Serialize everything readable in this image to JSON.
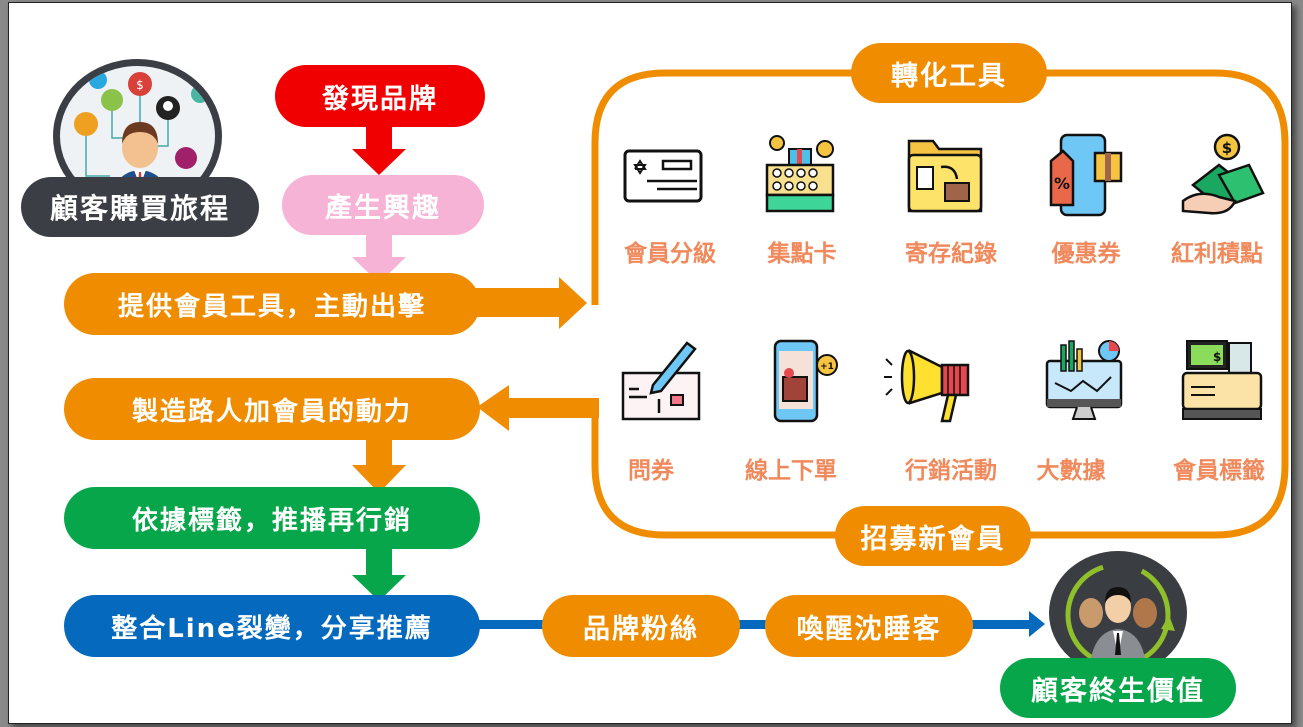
{
  "colors": {
    "orange": "#f08c00",
    "red": "#f00000",
    "pink": "#f7b3d5",
    "green": "#07a64a",
    "blue": "#0569bd",
    "dark": "#3b3f45",
    "label": "#f08a5d"
  },
  "journey": {
    "title": "顧客購買旅程",
    "steps": [
      {
        "label": "發現品牌",
        "color": "red"
      },
      {
        "label": "產生興趣",
        "color": "pink"
      },
      {
        "label": "提供會員工具，主動出擊",
        "color": "orange"
      },
      {
        "label": "製造路人加會員的動力",
        "color": "orange"
      },
      {
        "label": "依據標籤，推播再行銷",
        "color": "green"
      },
      {
        "label": "整合Line裂變，分享推薦",
        "color": "blue"
      }
    ]
  },
  "tools_panel": {
    "top_label": "轉化工具",
    "bottom_label": "招募新會員",
    "tools": [
      {
        "label": "會員分級",
        "icon": "membership-card-icon"
      },
      {
        "label": "集點卡",
        "icon": "stamp-card-icon"
      },
      {
        "label": "寄存紀錄",
        "icon": "storage-folder-icon"
      },
      {
        "label": "優惠券",
        "icon": "coupon-phone-icon"
      },
      {
        "label": "紅利積點",
        "icon": "bonus-money-icon"
      },
      {
        "label": "問券",
        "icon": "survey-pencil-icon"
      },
      {
        "label": "線上下單",
        "icon": "online-order-phone-icon"
      },
      {
        "label": "行銷活動",
        "icon": "megaphone-icon"
      },
      {
        "label": "大數據",
        "icon": "big-data-monitor-icon"
      },
      {
        "label": "會員標籤",
        "icon": "cash-register-icon"
      }
    ]
  },
  "bottom_flow": {
    "stages": [
      "品牌粉絲",
      "喚醒沈睡客"
    ],
    "result": "顧客終生價值"
  }
}
